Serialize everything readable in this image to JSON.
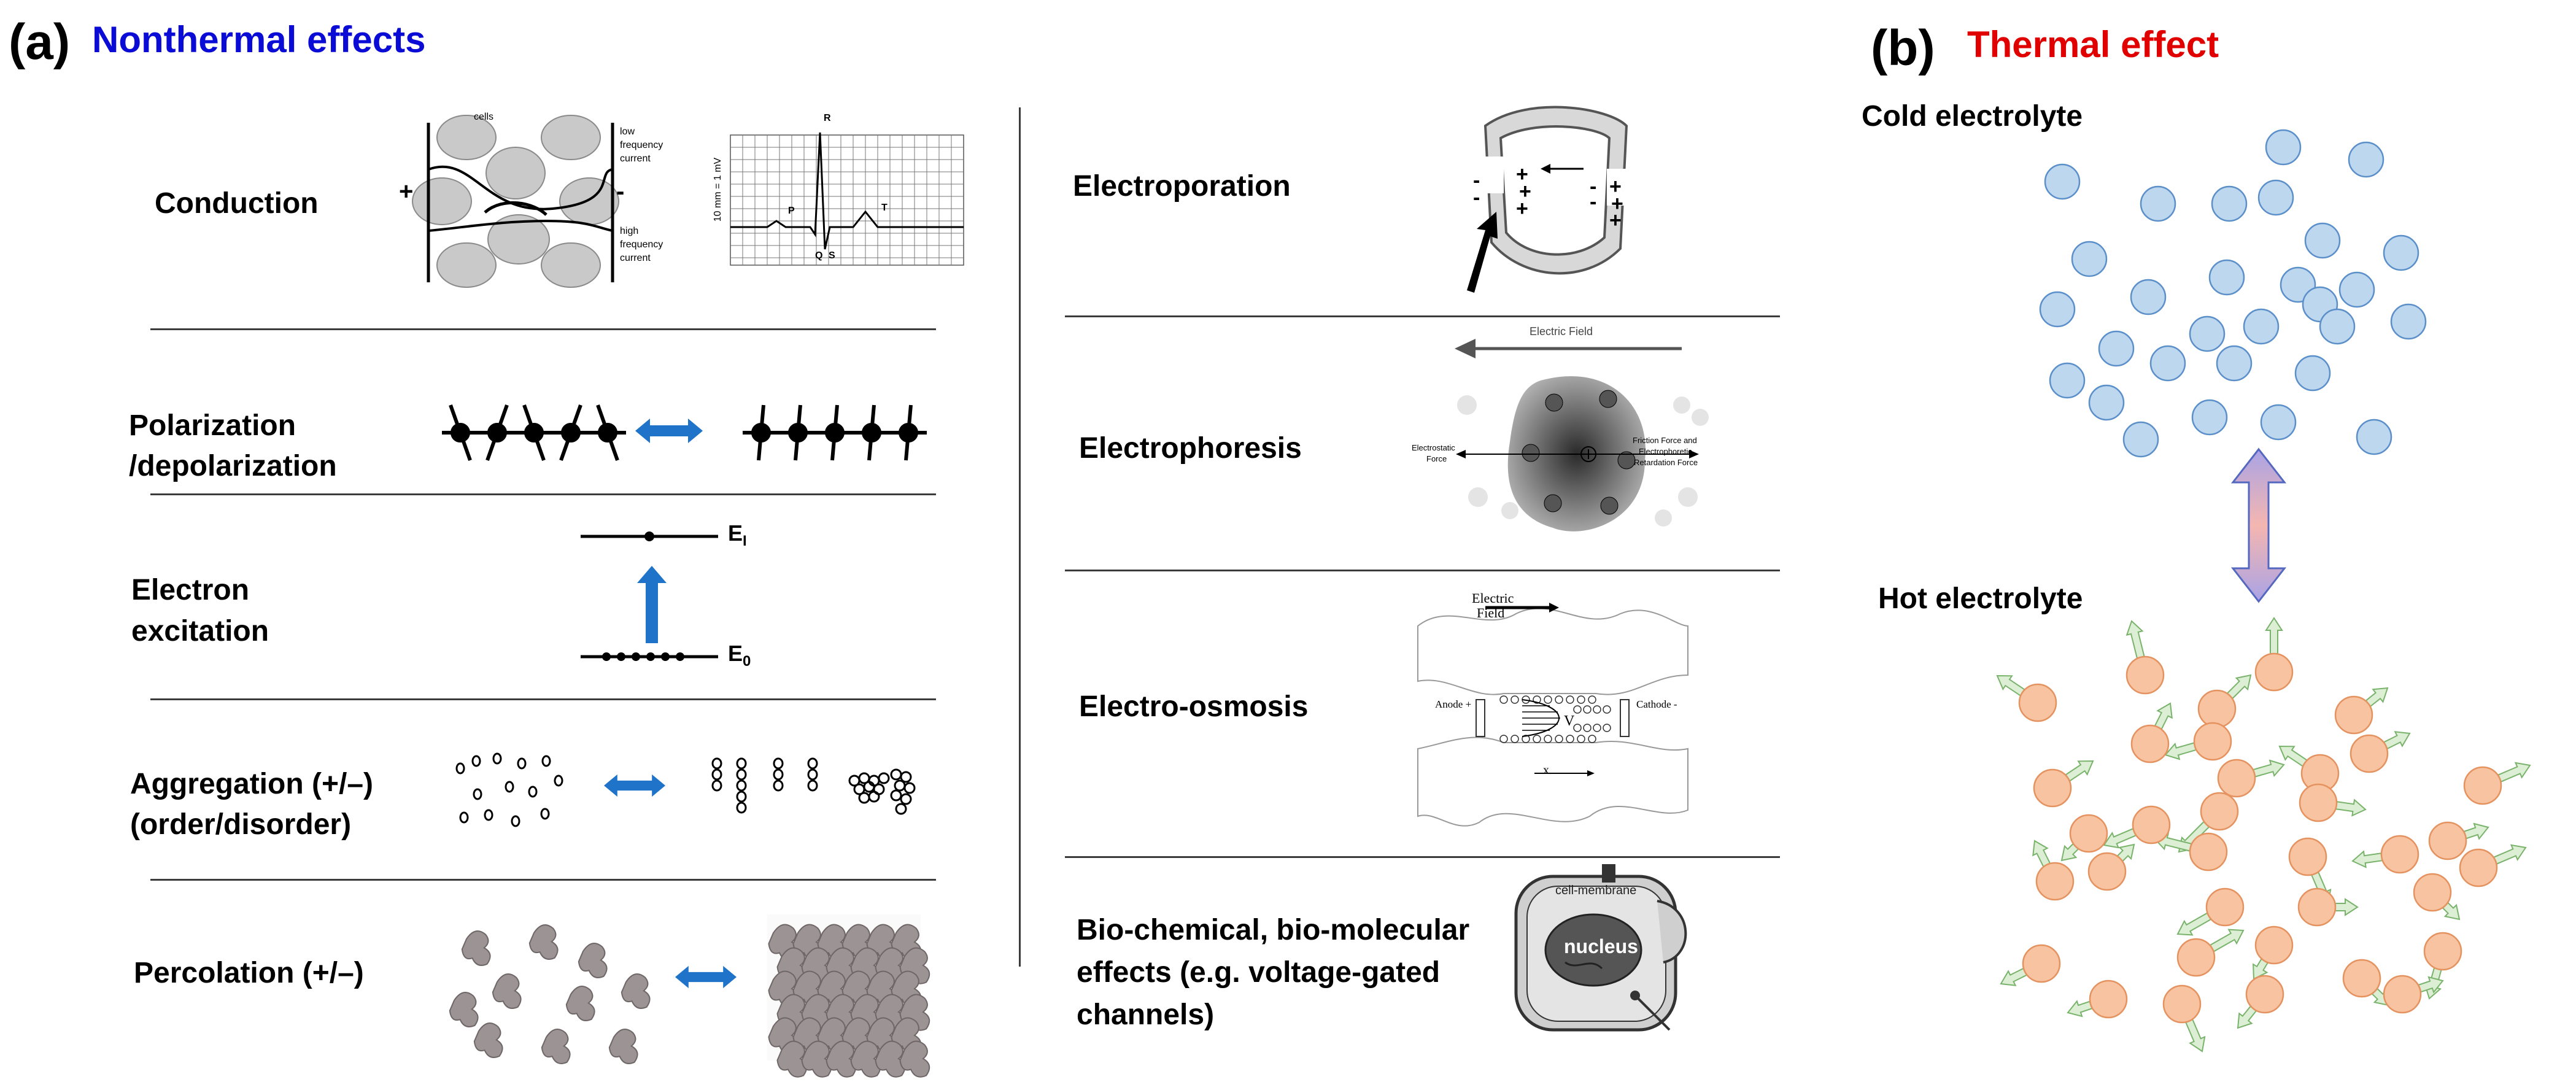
{
  "panel_a": {
    "letter": "(a)",
    "title": "Nonthermal effects",
    "labels": {
      "conduction": "Conduction",
      "polarization_1": "Polarization",
      "polarization_2": "/depolarization",
      "electron_1": "Electron",
      "electron_2": "excitation",
      "aggregation_1": "Aggregation (+/–)",
      "aggregation_2": "(order/disorder)",
      "percolation": "Percolation (+/–)",
      "electroporation": "Electroporation",
      "electrophoresis": "Electrophoresis",
      "electroosmosis": "Electro-osmosis",
      "biochem_1": "Bio-chemical, bio-molecular",
      "biochem_2": "effects (e.g. voltage-gated",
      "biochem_3": "channels)"
    },
    "conduction_art": {
      "cells": "cells",
      "low_1": "low",
      "low_2": "frequency",
      "low_3": "current",
      "high_1": "high",
      "high_2": "frequency",
      "high_3": "current",
      "plus": "+",
      "minus": "-"
    },
    "ecg": {
      "scale": "10 mm = 1 mV",
      "p": "P",
      "q": "Q",
      "r": "R",
      "s": "S",
      "t": "T"
    },
    "energy": {
      "upper": "E",
      "upper_sub": "I",
      "lower": "E",
      "lower_sub": "0"
    },
    "electrophoresis_art": {
      "field": "Electric Field",
      "left_1": "Electrostatic",
      "left_2": "Force",
      "right_1": "Friction Force and",
      "right_2": "Electrophoretic",
      "right_3": "Retardation Force"
    },
    "osmosis_art": {
      "field_1": "Electric",
      "field_2": "Field",
      "anode": "Anode +",
      "cathode": "Cathode -",
      "v": "V",
      "x": "x"
    },
    "cell_art": {
      "membrane": "cell-membrane",
      "nucleus": "nucleus"
    }
  },
  "panel_b": {
    "letter": "(b)",
    "title": "Thermal effect",
    "cold": "Cold electrolyte",
    "hot": "Hot electrolyte"
  },
  "colors": {
    "nonthermal_title": "#0b0bd6",
    "thermal_title": "#e00000",
    "cold_particle": "#bdd7ee",
    "hot_particle": "#f8c3a0",
    "hot_arrow": "#dcefd4",
    "double_arrow_ends": "#a9a3e6",
    "double_arrow_middle": "#f5b6b0",
    "blue_arrow": "#1f73c9"
  }
}
